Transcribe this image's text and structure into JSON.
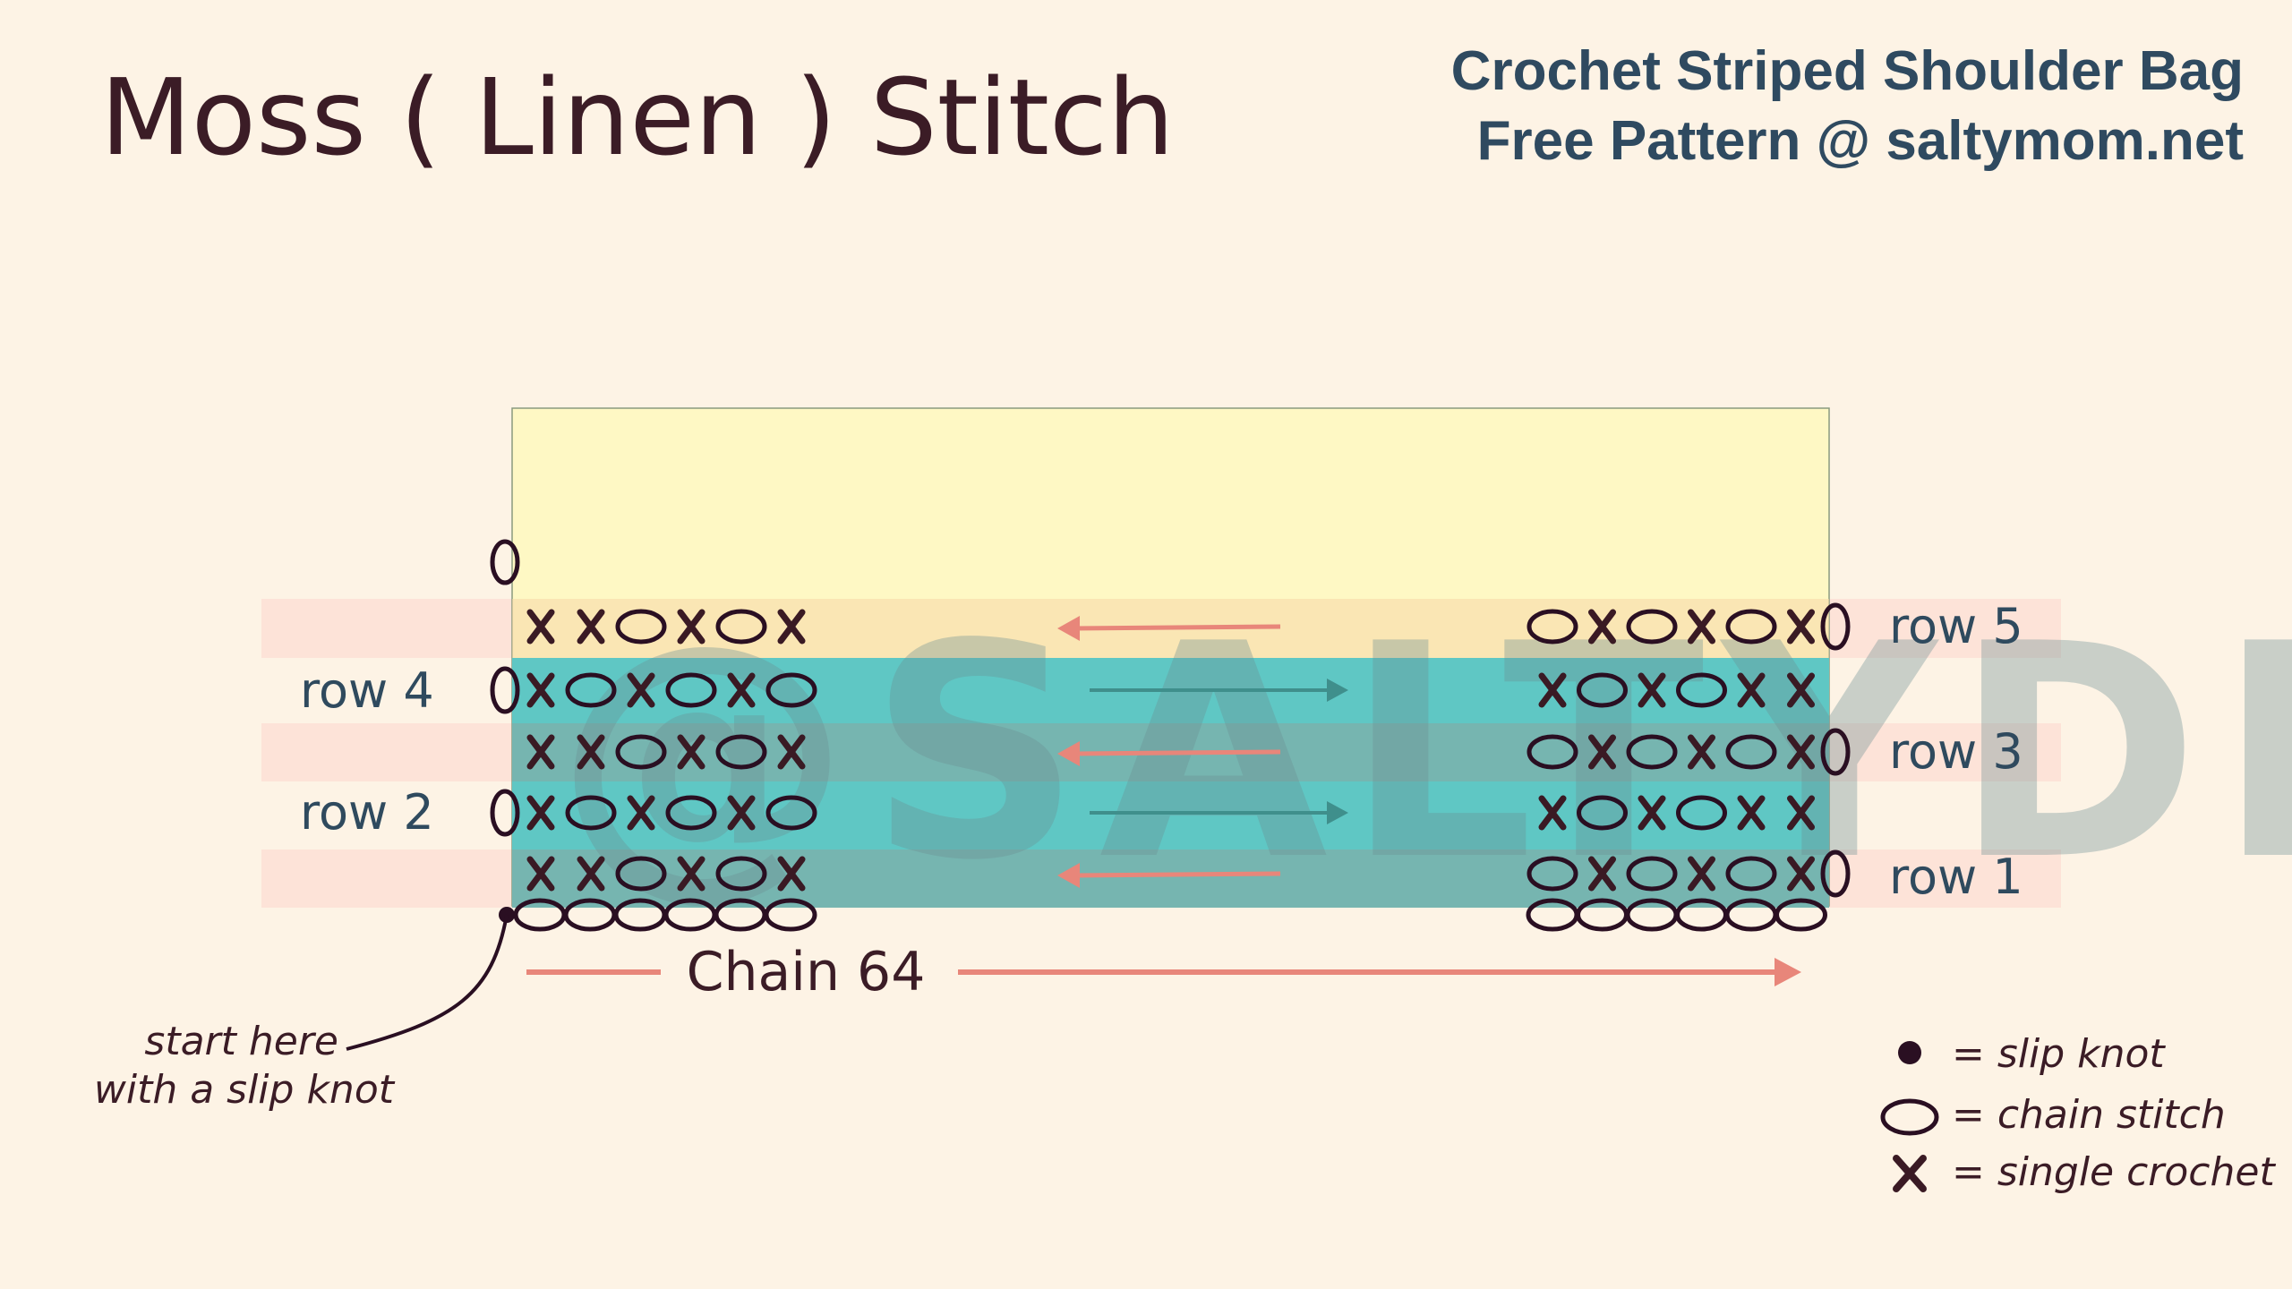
{
  "title": "Moss ( Linen ) Stitch",
  "subtitle": {
    "line1": "Crochet Striped Shoulder Bag",
    "line2": "Free Pattern @ saltymom.net"
  },
  "watermark": "@SALTYDIY",
  "rows": [
    {
      "label": "row 1",
      "left": "xxoxox",
      "right": "oxoxox",
      "dir": "left"
    },
    {
      "label": "row 2",
      "left": "xoxoxo",
      "right": "xoxoxx",
      "dir": "right"
    },
    {
      "label": "row 3",
      "left": "xxoxox",
      "right": "oxoxox",
      "dir": "left"
    },
    {
      "label": "row 4",
      "left": "xoxoxo",
      "right": "xoxoxx",
      "dir": "right"
    },
    {
      "label": "row 5",
      "left": "xxoxox",
      "right": "oxoxox",
      "dir": "left"
    }
  ],
  "chain": {
    "label": "Chain 64"
  },
  "start_note": {
    "line1": "start here",
    "line2": "with a slip knot"
  },
  "legend": [
    {
      "symbol": "slip-knot",
      "label": "= slip knot"
    },
    {
      "symbol": "chain-stitch",
      "label": "= chain stitch"
    },
    {
      "symbol": "single-crochet",
      "label": "= single crochet"
    }
  ],
  "colors": {
    "bg": "#fdf3e5",
    "yellow": "#fef8c1",
    "teal": "#5fc7c4",
    "band": "#fde3d8",
    "arrow_left": "#e8867a",
    "arrow_right": "#3f8f8c",
    "ink": "#2a0f22"
  }
}
